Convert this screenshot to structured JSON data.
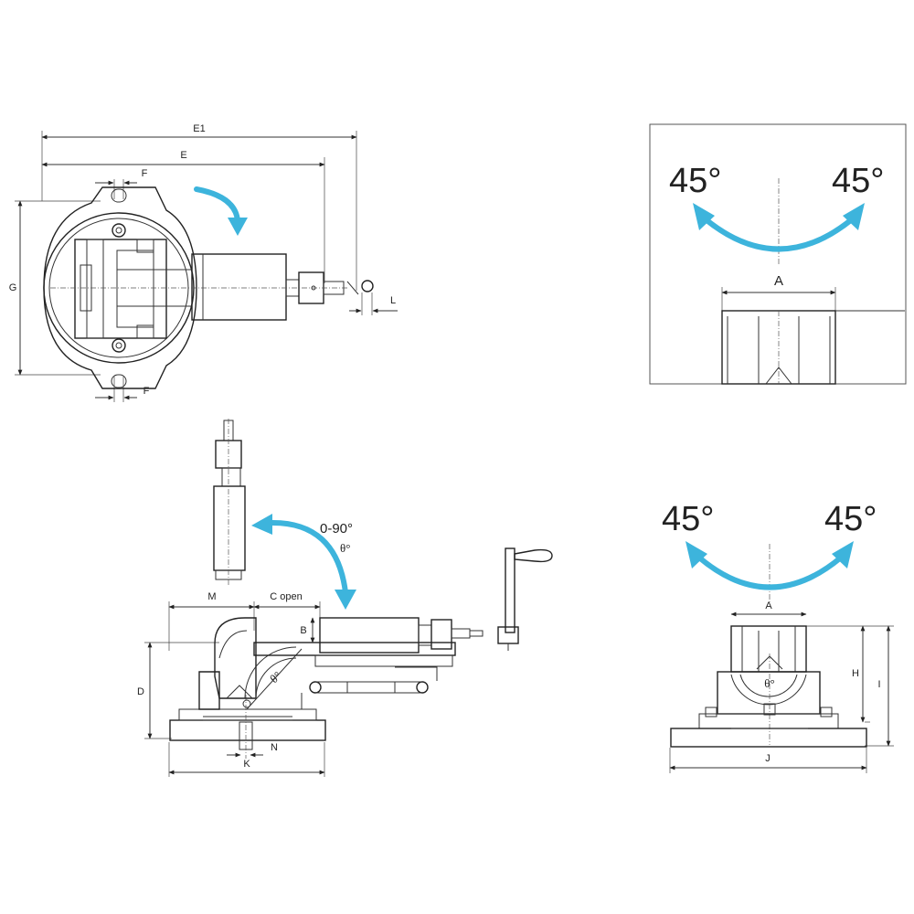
{
  "accent_color": "#3db4dc",
  "top_view": {
    "labels": {
      "E1": "E1",
      "E": "E",
      "F_top": "F",
      "F_bottom": "F",
      "G": "G",
      "L": "L"
    },
    "icons": [
      "rotation-arrow-icon"
    ]
  },
  "inset_top": {
    "angle_left": "45°",
    "angle_right": "45°",
    "label_A": "A",
    "icons": [
      "double-arrow-icon"
    ]
  },
  "side_view": {
    "labels": {
      "M": "M",
      "C_open": "C open",
      "B": "B",
      "D": "D",
      "K": "K",
      "N": "N",
      "range": "0-90°",
      "theta": "θ°",
      "scale_theta": "θ°"
    },
    "icons": [
      "tilt-arrow-icon",
      "crank-handle-icon"
    ]
  },
  "front_view": {
    "angle_left": "45°",
    "angle_right": "45°",
    "labels": {
      "A": "A",
      "H": "H",
      "I": "I",
      "J": "J",
      "theta": "θ°"
    },
    "icons": [
      "double-arrow-icon"
    ]
  }
}
